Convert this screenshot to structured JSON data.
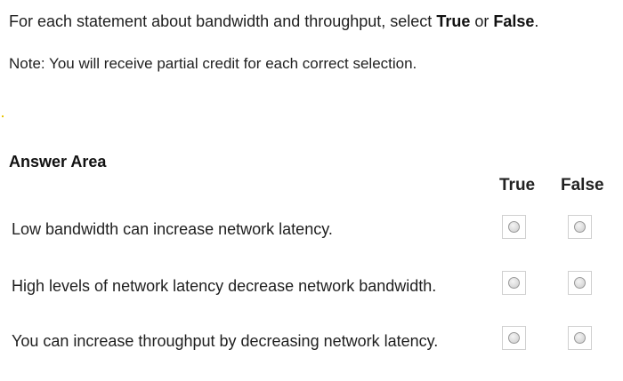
{
  "instruction": {
    "prefix": "For each statement about bandwidth and throughput, select ",
    "true_word": "True",
    "connector": " or ",
    "false_word": "False",
    "suffix": "."
  },
  "note": "Note: You will receive partial credit for each correct selection.",
  "answer_area": {
    "title": "Answer Area",
    "col_true": "True",
    "col_false": "False",
    "statements": [
      {
        "text": "Low bandwidth can increase network latency.",
        "true_selected": false,
        "false_selected": false
      },
      {
        "text": "High levels of network latency decrease network bandwidth.",
        "true_selected": false,
        "false_selected": false
      },
      {
        "text": "You can increase throughput by decreasing network latency.",
        "true_selected": false,
        "false_selected": false
      }
    ]
  },
  "colors": {
    "text": "#1f1f1f",
    "cell_border": "#d0d0d0",
    "radio_border": "#9a9a9a"
  }
}
